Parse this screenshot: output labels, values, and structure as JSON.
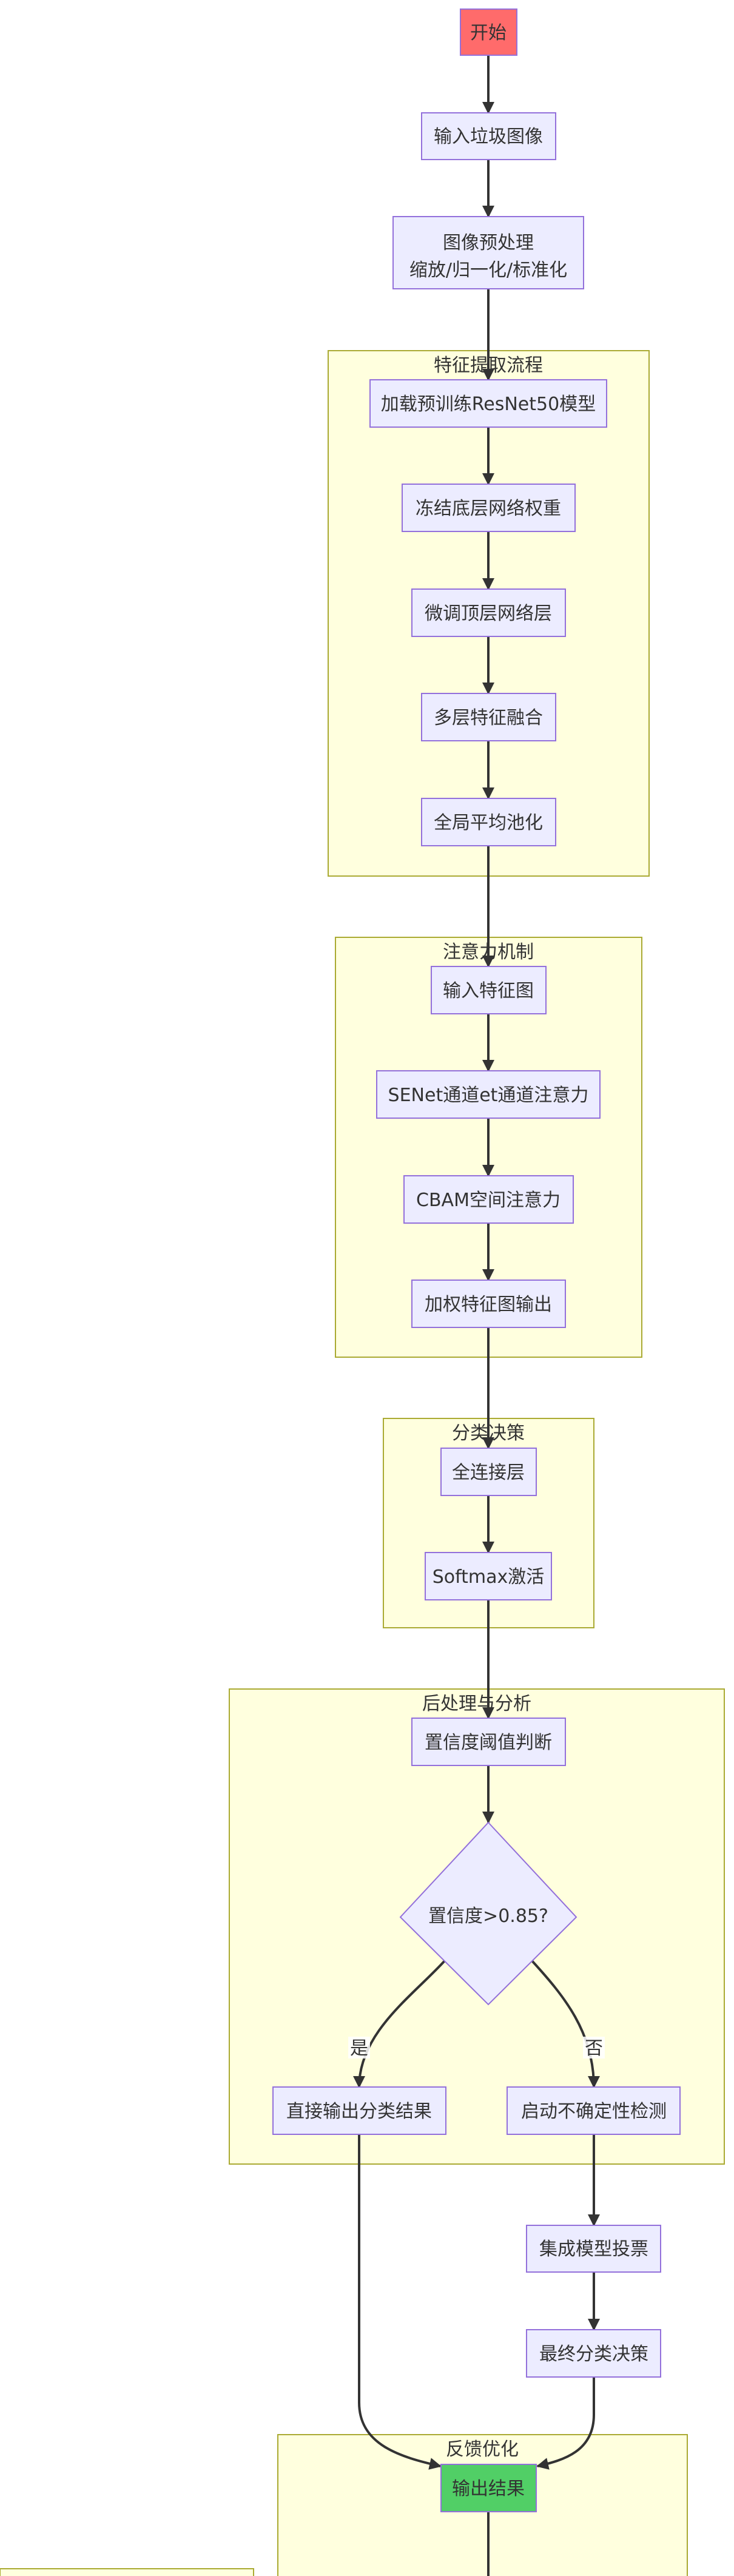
{
  "colors": {
    "node_fill": "#ececff",
    "node_stroke": "#9370db",
    "start_fill": "#ff6b6b",
    "end_fill": "#51cf66",
    "group_fill": "#ffffde",
    "group_stroke": "#aaaa33",
    "edge": "#333333"
  },
  "groups": {
    "feature": "特征提取流程",
    "attention": "注意力机制",
    "classify": "分类决策",
    "post": "后处理与分析",
    "feedback": "反馈优化"
  },
  "nodes": {
    "start": "开始",
    "input": "输入垃圾图像",
    "preprocess_line1": "图像预处理",
    "preprocess_line2": "缩放/归一化/标准化",
    "load_model": "加载预训练ResNet50模型",
    "freeze": "冻结底层网络权重",
    "finetune": "微调顶层网络层",
    "fusion": "多层特征融合",
    "gap": "全局平均池化",
    "input_fmap": "输入特征图",
    "senet": "SENet通道et通道注意力",
    "cbam": "CBAM空间注意力",
    "weighted": "加权特征图输出",
    "fc": "全连接层",
    "softmax": "Softmax激活",
    "conf_check": "置信度阈值判断",
    "decision": "置信度>0.85?",
    "direct": "直接输出分类结果",
    "uncertain": "启动不确定性检测",
    "ensemble": "集成模型投票",
    "final": "最终分类决策",
    "output": "输出结果"
  },
  "edge_labels": {
    "yes": "是",
    "no": "否"
  }
}
